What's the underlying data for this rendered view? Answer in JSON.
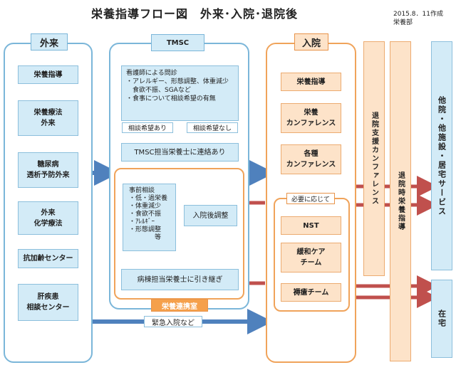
{
  "title": "栄養指導フロー図　外来･入院･退院後",
  "date": {
    "line1": "2015.8．11作成",
    "line2": "栄養部"
  },
  "outpatient": {
    "header": "外来",
    "items": [
      "栄養指導",
      "栄養療法\n外来",
      "糖尿病\n透析予防外来",
      "外来\n化学療法",
      "抗加齢センター",
      "肝疾患\n相談センター"
    ]
  },
  "tmsc": {
    "header": "TMSC",
    "interview": "看護師による問診\n・アレルギー、形態調整、体重減少\n　食欲不振、SGAなど\n・食事について相談希望の有無",
    "want": "相談希望あり",
    "nowant": "相談希望なし",
    "contact": "TMSC担当栄養士に連絡あり",
    "pre_consult": "事前相談\n・低・過栄養\n・体重減少\n・食欲不振\n・ｱﾚﾙｷﾞｰ\n・形態調整\n　　　　等",
    "after_admission": "入院後調整",
    "handover": "病棟担当栄養士に引き継ぎ",
    "cooperation": "栄養連携室"
  },
  "inpatient": {
    "header": "入院",
    "items": [
      "栄養指導",
      "栄養\nカンファレンス",
      "各種\nカンファレンス"
    ],
    "as_needed": "必要に応じて",
    "team_items": [
      "NST",
      "緩和ケア\nチーム",
      "褥瘡チーム"
    ]
  },
  "discharge_conf": "退院支援カンファレンス",
  "discharge_guidance": "退院時栄養指導",
  "destinations": {
    "facility": "他院・他施設・居宅サービス",
    "home": "在宅"
  },
  "emergency": "緊急入院など"
}
